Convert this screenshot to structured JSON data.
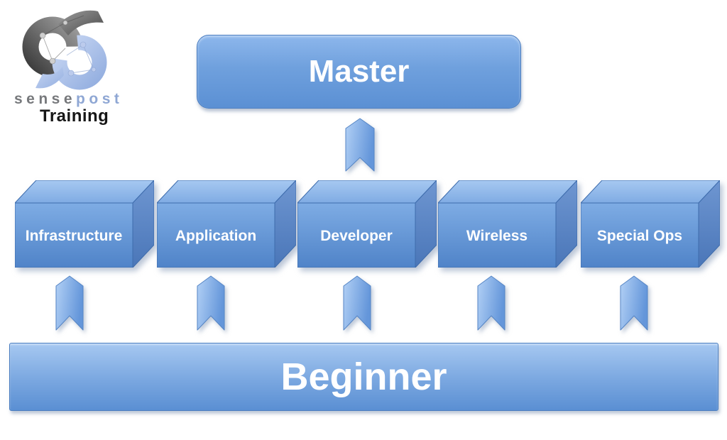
{
  "logo": {
    "brand_part1": "sense",
    "brand_part2": "post",
    "subtitle": "Training",
    "colors": {
      "part1_gray": "#77797c",
      "part2_blue": "#8fa7d4"
    }
  },
  "diagram": {
    "top_level": {
      "label": "Master"
    },
    "bottom_level": {
      "label": "Beginner"
    },
    "courses": [
      {
        "label": "Infrastructure"
      },
      {
        "label": "Application"
      },
      {
        "label": "Developer"
      },
      {
        "label": "Wireless"
      },
      {
        "label": "Special Ops"
      }
    ],
    "colors": {
      "box_front_top": "#7eace4",
      "box_front_bottom": "#4f83c8",
      "box_top_light": "#a6c8f1",
      "box_side_dark": "#4a76b8",
      "outline": "#3e6cac",
      "arrow_light": "#b2d0f5",
      "arrow_dark": "#6496da",
      "label_text": "#ffffff"
    }
  }
}
